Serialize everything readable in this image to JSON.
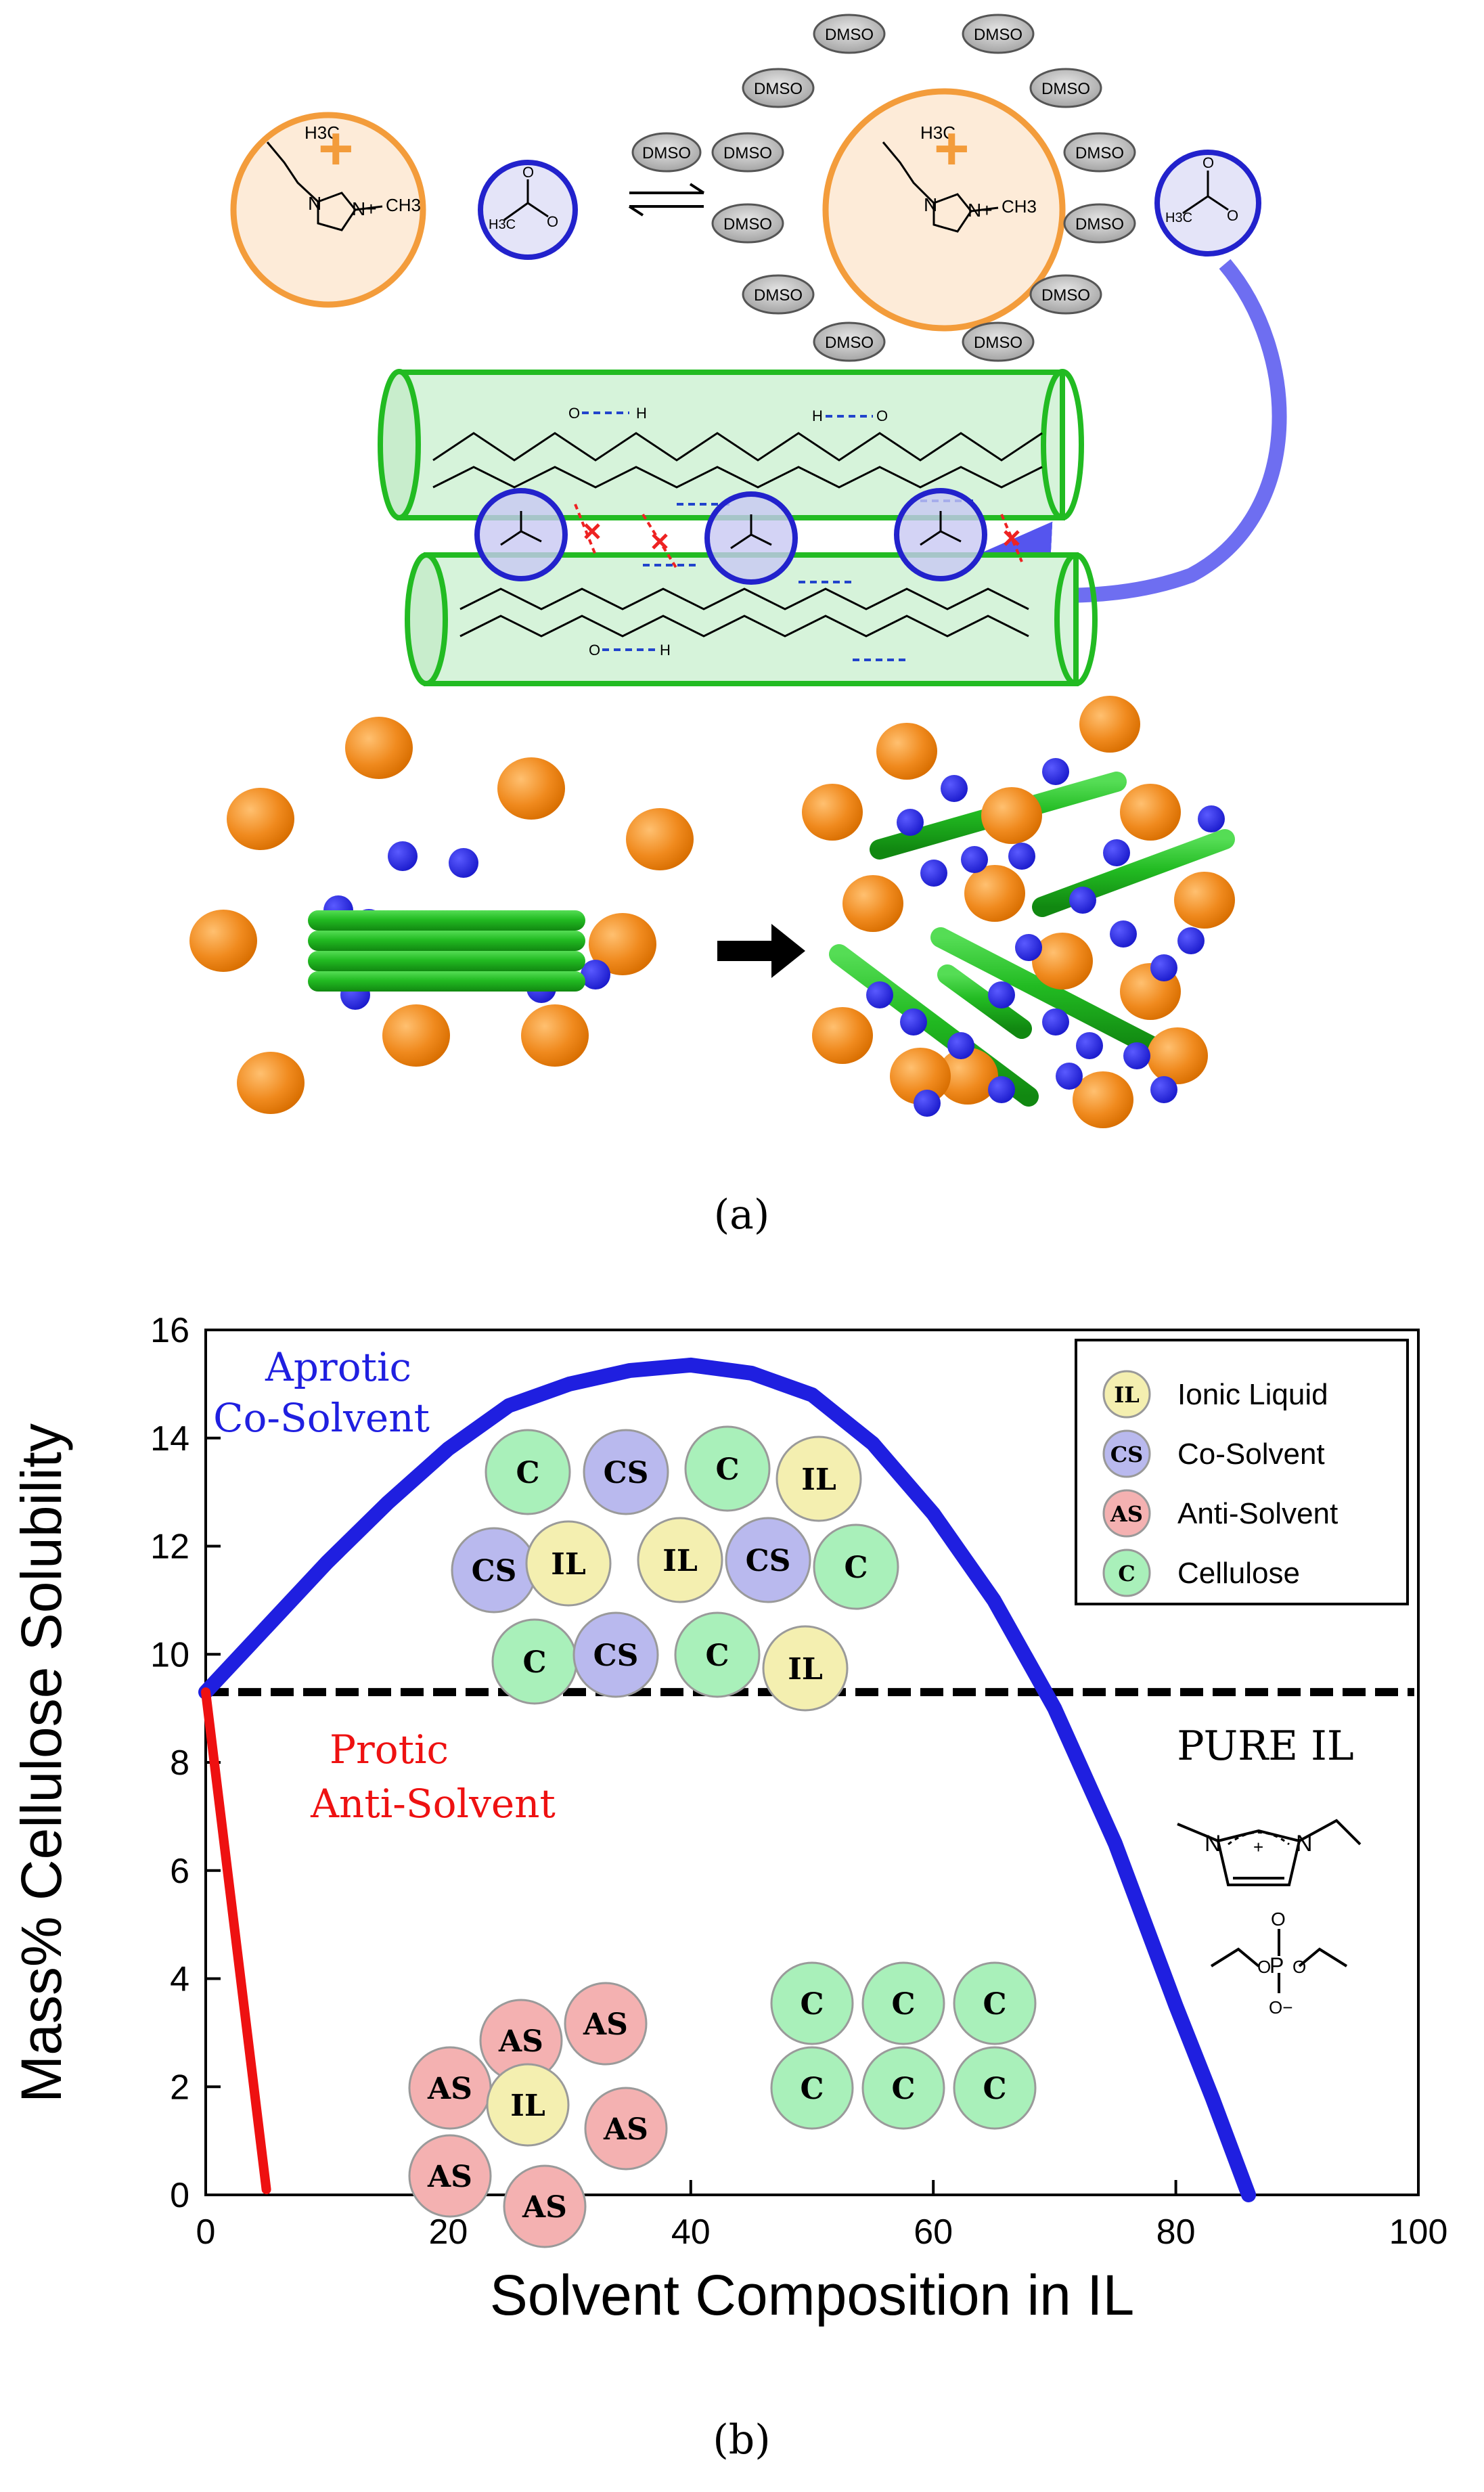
{
  "panel_a": {
    "caption": "(a)",
    "cation_labels": {
      "h3c": "H3C",
      "n1": "N",
      "n2": "N+",
      "ch3": "CH3",
      "plus": "+"
    },
    "anion_labels": {
      "h3c": "H3C",
      "o1": "O",
      "o2": "O"
    },
    "dmso_label": "DMSO",
    "chain_atoms": {
      "o": "O",
      "h": "H"
    },
    "colors": {
      "cation": "#F39C3B",
      "cation_ring": "#FDE7CF",
      "anion": "#3333CC",
      "anion_fill": "#DCDCF5",
      "cellulose": "#22BB22",
      "cellulose_fill": "#D9F5DC",
      "hbond": "#2244CC",
      "broken": "#EE2222",
      "arrow": "#5555EE"
    }
  },
  "panel_b": {
    "caption": "(b)",
    "chart_data": {
      "type": "line",
      "ylabel": "Mass% Cellulose Solubility",
      "xlabel": "Solvent Composition in IL",
      "xlim": [
        0,
        100
      ],
      "ylim": [
        0,
        16
      ],
      "xticks": [
        0,
        20,
        40,
        60,
        80,
        100
      ],
      "yticks": [
        0,
        2,
        4,
        6,
        8,
        10,
        12,
        14,
        16
      ],
      "grid": false,
      "series": [
        {
          "name": "Aprotic Co-Solvent",
          "color": "#1F1FE0",
          "x": [
            0,
            5,
            10,
            15,
            20,
            25,
            30,
            35,
            40,
            45,
            50,
            55,
            60,
            65,
            70,
            75,
            80,
            83,
            86
          ],
          "y": [
            9.3,
            10.5,
            11.7,
            12.8,
            13.8,
            14.6,
            15.0,
            15.25,
            15.35,
            15.2,
            14.8,
            13.9,
            12.6,
            11.0,
            9.0,
            6.5,
            3.5,
            1.8,
            0
          ]
        },
        {
          "name": "Protic Anti-Solvent",
          "color": "#EE1111",
          "x": [
            0,
            5
          ],
          "y": [
            9.3,
            0.1
          ]
        }
      ],
      "reference_line": {
        "y": 9.3,
        "color": "#000000",
        "style": "dashed"
      },
      "annotations": [
        "Aprotic",
        "Co-Solvent",
        "Protic",
        "Anti-Solvent",
        "PURE IL"
      ],
      "legend": {
        "position": "top-right",
        "entries": [
          {
            "symbol": "IL",
            "label": "Ionic Liquid",
            "color": "#F4EFB0"
          },
          {
            "symbol": "CS",
            "label": "Co-Solvent",
            "color": "#B9B9EE"
          },
          {
            "symbol": "AS",
            "label": "Anti-Solvent",
            "color": "#F4B1B1"
          },
          {
            "symbol": "C",
            "label": "Cellulose",
            "color": "#A9F0BA"
          }
        ]
      }
    },
    "clusters": {
      "mixed": [
        "C",
        "CS",
        "C",
        "IL",
        "CS",
        "IL",
        "IL",
        "CS",
        "C",
        "C",
        "CS",
        "C",
        "IL"
      ],
      "anti": [
        "AS",
        "AS",
        "AS",
        "IL",
        "AS",
        "AS",
        "AS"
      ],
      "cellulose": [
        "C",
        "C",
        "C",
        "C",
        "C",
        "C"
      ]
    },
    "molecule_labels": {
      "n1": "N",
      "n2": "N",
      "plus": "+",
      "p": "P",
      "o": "O",
      "ominus": "O−"
    }
  }
}
